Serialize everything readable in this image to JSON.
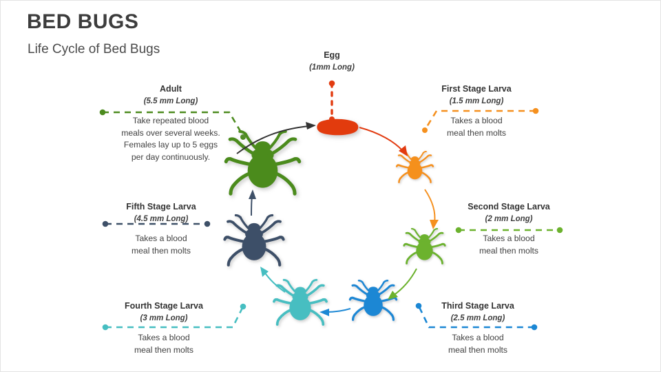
{
  "header": {
    "title": "BED BUGS",
    "subtitle": "Life Cycle of Bed Bugs"
  },
  "colors": {
    "egg_red": "#E23B10",
    "first_orange": "#F5901E",
    "second_green": "#6CB22E",
    "third_blue": "#1B87D4",
    "fourth_teal": "#46BEC1",
    "fifth_navy": "#3E5068",
    "adult_green": "#4C8B1E",
    "adult_arrow": "#333333",
    "text_dark": "#333333",
    "body_text": "#404040"
  },
  "stages": {
    "egg": {
      "name": "Egg",
      "size": "(1mm Long)",
      "desc": "",
      "color": "#E23B10",
      "connector": "dotted-vertical-red"
    },
    "first": {
      "name": "First Stage Larva",
      "size": "(1.5 mm Long)",
      "desc": "Takes a blood\nmeal then molts",
      "color": "#F5901E",
      "connector": "dashed-elbow-orange"
    },
    "second": {
      "name": "Second Stage Larva",
      "size": "(2 mm Long)",
      "desc": "Takes a blood\nmeal then molts",
      "color": "#6CB22E",
      "connector": "dashed-straight-green"
    },
    "third": {
      "name": "Third Stage Larva",
      "size": "(2.5 mm Long)",
      "desc": "Takes a blood\nmeal then molts",
      "color": "#1B87D4",
      "connector": "dashed-elbow-blue"
    },
    "fourth": {
      "name": "Fourth Stage Larva",
      "size": "(3 mm Long)",
      "desc": "Takes a blood\nmeal then molts",
      "color": "#46BEC1",
      "connector": "dashed-elbow-teal"
    },
    "fifth": {
      "name": "Fifth Stage Larva",
      "size": "(4.5 mm Long)",
      "desc": "Takes a blood\nmeal then molts",
      "color": "#3E5068",
      "connector": "dashed-straight-navy"
    },
    "adult": {
      "name": "Adult",
      "size": "(5.5 mm Long)",
      "desc": "Take repeated blood\nmeals over several weeks.\nFemales lay up to 5 eggs\nper day continuously.",
      "color": "#4C8B1E",
      "connector": "dashed-elbow-green"
    }
  },
  "cycle_order": [
    "egg",
    "first",
    "second",
    "third",
    "fourth",
    "fifth",
    "adult"
  ]
}
